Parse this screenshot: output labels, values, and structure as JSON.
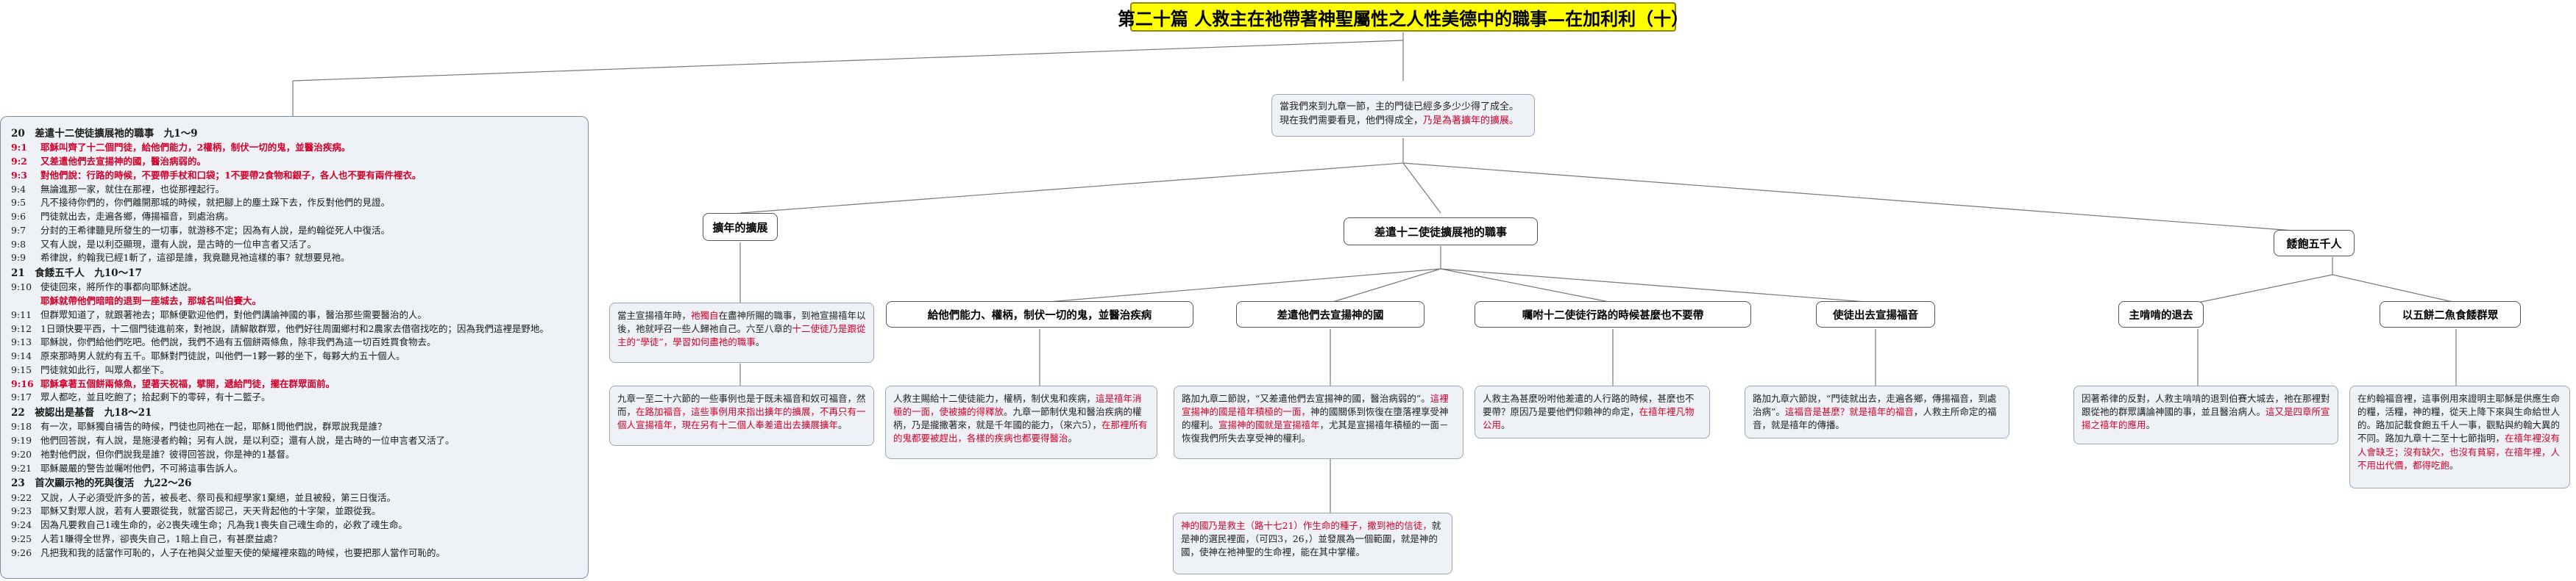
{
  "title": "第二十篇 人救主在祂帶著神聖屬性之人性美德中的職事—在加利利（十）",
  "intro": {
    "pre": "當我們來到九章一節，主的門徒已經多多少少得了成全。現在我們需要看見，他們得成全，",
    "red": "乃是為著擴年的擴展。"
  },
  "branches": {
    "left": "擴年的擴展",
    "middle": "差遣十二使徒擴展祂的職事",
    "right": "餧飽五千人"
  },
  "left_note": {
    "p1_a": "當主宣揚禧年時，",
    "p1_b": "祂獨自",
    "p1_c": "在盡神所賜的職事，到祂宣揚禧年以後，祂就呼召一些人歸祂自己。六至八章的",
    "p1_d": "十二使徒乃是跟從主的“學徒”，學習如何盡祂的職事",
    "p1_e": "。",
    "p2_a": "九章一至二十六節的一些事例也是于既未福音和奴可福音，然而，",
    "p2_b": "在路加福音，這些事例用來指出擴年的擴展，不再只有一個人宣揚禧年，現在另有十二個人奉差遣出去擴展擴年",
    "p2_c": "。"
  },
  "mid_topics": {
    "t1": "給他們能力、權柄，制伏一切的鬼，並醫治疾病",
    "t2": "差遣他們去宣揚神的國",
    "t3": "囑咐十二使徒行路的時候甚麼也不要帶",
    "t4": "使徒出去宣揚福音"
  },
  "mid_notes": {
    "n1_a": "人救主賜給十二使徒能力，權柄，制伏鬼和疾病，",
    "n1_b": "這是禧年消極的一面，使被擄的得釋放",
    "n1_c": "。九章一節制伏鬼和醫治疾病的權柄，乃是攏撒著來，就是千年國的能力，（來六5），",
    "n1_d": "在那裡所有的鬼都要被趕出，各樣的疾病也都要得醫治",
    "n1_e": "。",
    "n2_a": "路加九章二節說，“又差遣他們去宣揚神的國，醫治病弱的”。",
    "n2_b": "這裡宣揚神的國是禧年積極的一面，",
    "n2_c": "神的國關係到恢復在墮落裡享受神的權利。",
    "n2_d": "宣揚神的國就是宣揚禧年",
    "n2_e": "，尤其是宣揚禧年積極的一面－恢復我們所失去享受神的權利。",
    "n3_a": "人救主為甚麼吩咐他差遣的人行路的時候，甚麼也不要帶？原因乃是要他們仰賴神的命定，",
    "n3_b": "在禧年裡凡物公用",
    "n3_c": "。",
    "n4_a": "路加九章六節說，“門徒就出去，走遍各鄉，傳揚福音，到處治病”。",
    "n4_b": "這福音是甚麼？就是禧年的福音",
    "n4_c": "，人救主所命定的福音，就是禧年的傳播。"
  },
  "kingdom_note": {
    "red": "神的國乃是救主（路十七21）作生命的種子，撒到祂的信徒，",
    "rest": "就是神的選民裡面，（可四3，26，）並發展為一個範圍，就是神的國，使神在祂神聖的生命裡，能在其中掌權。"
  },
  "right_topics": {
    "t1": "主啃啃的退去",
    "t2": "以五餅二魚食餧群眾"
  },
  "right_notes": {
    "n1_a": "因著希律的反對，人救主啃啃的退到伯賽大城去，祂在那裡對跟從祂的群眾講論神國的事，並且醫治病人。",
    "n1_b": "這又是四章所宣揚之禧年的應用",
    "n1_c": "。",
    "n2_a": "在約翰福音裡，這事例用來證明主耶穌是供應生命的糧，活糧，神的糧，從天上降下來與生命給世人的。路加記載食飽五千人一事，觀點與約翰大異的不同。路加九章十二至十七節指明，",
    "n2_b": "在禧年裡沒有人會缺乏；沒有缺欠，也沒有貧窮，在禧年裡，人不用出代價，都得吃飽",
    "n2_c": "。"
  },
  "passage": {
    "sections": [
      {
        "h": "20　差遣十二使徒擴展祂的職事　九1～9",
        "lines": [
          {
            "n": "9:1",
            "red": true,
            "t": "耶穌叫齊了十二個門徒，給他們能力，2權柄，制伏一切的鬼，並醫治疾病。"
          },
          {
            "n": "9:2",
            "red": true,
            "t": "又差遣他們去宣揚神的國，醫治病弱的。"
          },
          {
            "n": "9:3",
            "red": true,
            "t": "對他們說：行路的時候，不要帶手杖和口袋；1不要帶2食物和銀子，各人也不要有兩件裡衣。"
          },
          {
            "n": "9:4",
            "red": false,
            "t": "無論進那一家，就住在那裡，也從那裡起行。"
          },
          {
            "n": "9:5",
            "red": false,
            "t": "凡不接待你們的，你們離開那城的時候，就把腳上的塵土跺下去，作反對他們的見證。"
          },
          {
            "n": "9:6",
            "red": false,
            "t": "門徒就出去，走遍各鄉，傳揚福音，到處治病。"
          },
          {
            "n": "9:7",
            "red": false,
            "t": "分封的王希律聽見所發生的一切事，就游移不定；因為有人說，是約翰從死人中復活。"
          },
          {
            "n": "9:8",
            "red": false,
            "t": "又有人說，是以利亞顯現，還有人說，是古時的一位申言者又活了。"
          },
          {
            "n": "9:9",
            "red": false,
            "t": "希律說，約翰我已經1斬了，這卻是誰，我竟聽見祂這樣的事？就想要見祂。"
          }
        ]
      },
      {
        "h": "21　食餧五千人　九10～17",
        "lines": [
          {
            "n": "9:10",
            "red": false,
            "t": "使徒回來，將所作的事都向耶穌述說。"
          },
          {
            "n": "",
            "red": true,
            "t": "耶穌就帶他們暗暗的退到一座城去，那城名叫伯賽大。"
          },
          {
            "n": "9:11",
            "red": false,
            "t": "但群眾知道了，就跟著祂去；耶穌便歡迎他們，對他們講論神國的事，醫治那些需要醫治的人。"
          },
          {
            "n": "9:12",
            "red": false,
            "t": "1日頭快要平西，十二個門徒進前來，對祂說，請解散群眾，他們好往周圍鄉村和2農家去借宿找吃的；因為我們這裡是野地。"
          },
          {
            "n": "9:13",
            "red": false,
            "t": "耶穌說，你們給他們吃吧。他們說，我們不過有五個餅兩條魚，除非我們為這一切百姓買食物去。"
          },
          {
            "n": "9:14",
            "red": false,
            "t": "原來那時男人就約有五千。耶穌對門徒說，叫他們一1夥一夥的坐下，每夥大約五十個人。"
          },
          {
            "n": "9:15",
            "red": false,
            "t": "門徒就如此行，叫眾人都坐下。"
          },
          {
            "n": "9:16",
            "red": true,
            "t": "耶穌拿著五個餅兩條魚，望著天祝福，擘開，遞給門徒，擺在群眾面前。"
          },
          {
            "n": "9:17",
            "red": false,
            "t": "眾人都吃，並且吃飽了；拾起剩下的零碎，有十二籃子。"
          }
        ]
      },
      {
        "h": "22　被認出是基督　九18～21",
        "lines": [
          {
            "n": "9:18",
            "red": false,
            "t": "有一次，耶穌獨自禱告的時候，門徒也同祂在一起，耶穌1問他們說，群眾說我是誰？"
          },
          {
            "n": "9:19",
            "red": false,
            "t": "他們回答說，有人說，是施浸者約翰；另有人說，是以利亞；還有人說，是古時的一位申言者又活了。"
          },
          {
            "n": "9:20",
            "red": false,
            "t": "祂對他們說，但你們說我是誰？彼得回答說，你是神的1基督。"
          },
          {
            "n": "9:21",
            "red": false,
            "t": "耶穌嚴嚴的警告並囑咐他們，不可將這事告訴人。"
          }
        ]
      },
      {
        "h": "23　首次顯示祂的死與復活　九22～26",
        "lines": [
          {
            "n": "9:22",
            "red": false,
            "t": "又說，人子必須受許多的苦，被長老、祭司長和經學家1棄絕，並且被殺，第三日復活。"
          },
          {
            "n": "9:23",
            "red": false,
            "t": "耶穌又對眾人說，若有人要跟從我，就當否認己，天天背起他的十字架，並跟從我。"
          },
          {
            "n": "9:24",
            "red": false,
            "t": "因為凡要救自己1魂生命的，必2喪失魂生命；凡為我1喪失自己魂生命的，必救了魂生命。"
          },
          {
            "n": "9:25",
            "red": false,
            "t": "人若1賺得全世界，卻喪失自己，1賠上自己，有甚麼益處？"
          },
          {
            "n": "9:26",
            "red": false,
            "t": "凡把我和我的話當作可恥的，人子在祂與父並聖天使的榮耀裡來臨的時候，也要把那人當作可恥的。"
          }
        ]
      }
    ]
  }
}
